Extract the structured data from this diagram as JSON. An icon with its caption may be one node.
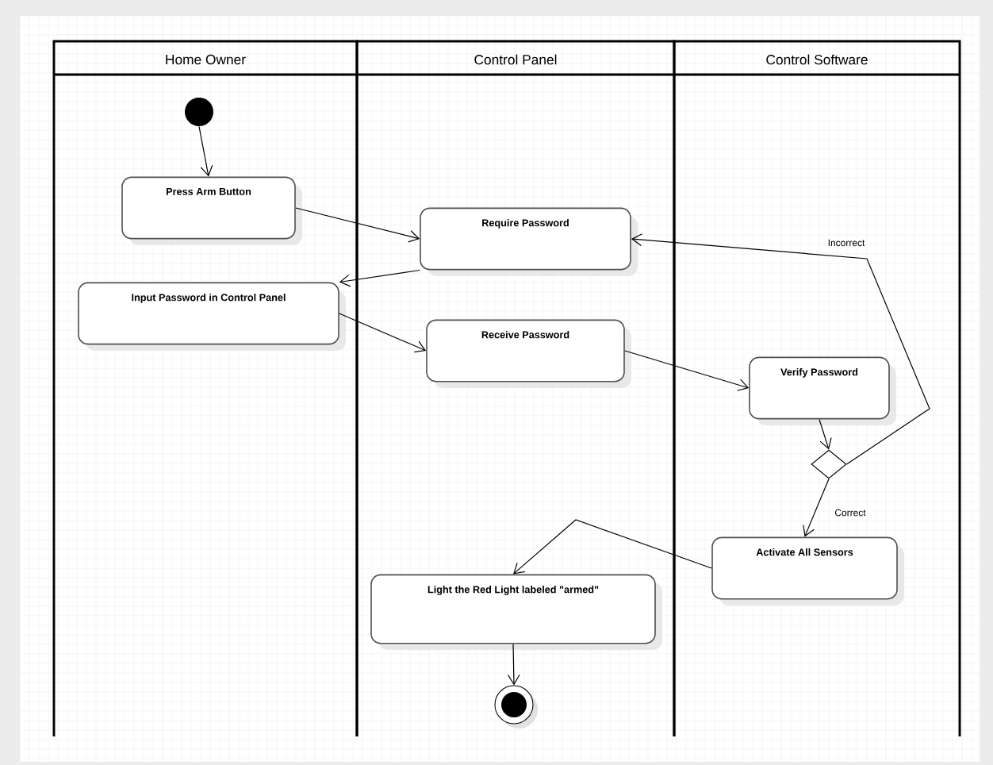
{
  "diagram": {
    "nodes": [
      {
        "text": [
          "Home Owner"
        ]
      },
      {
        "text": [
          "Control Panel"
        ]
      },
      {
        "text": [
          "Control Software"
        ]
      },
      {
        "text": [],
        "shape": "circle",
        "in": 0
      },
      {
        "text": [
          "Press Arm Button"
        ],
        "in": 0
      },
      {
        "text": [
          "Input Password in Control Panel"
        ],
        "in": 0
      },
      {
        "text": [
          "Require Password"
        ],
        "in": 1
      },
      {
        "text": [
          "Receive Password"
        ],
        "in": 1
      },
      {
        "text": [
          "Light the Red Light labeled \"armed\""
        ],
        "in": 1
      },
      {
        "text": [],
        "shape": "circle",
        "in": 1
      },
      {
        "text": [
          "Verify Password"
        ],
        "in": 2
      },
      {
        "text": [],
        "shape": "diamond",
        "in": 2
      },
      {
        "text": [
          "Activate All Sensors"
        ],
        "in": 2
      }
    ],
    "edges": [
      {
        "from": 3,
        "to": 4,
        "arrow": "to"
      },
      {
        "from": 4,
        "to": 6,
        "arrow": "to"
      },
      {
        "from": 6,
        "to": 5,
        "arrow": "to"
      },
      {
        "from": 5,
        "to": 7,
        "arrow": "to"
      },
      {
        "from": 7,
        "to": 10,
        "arrow": "to"
      },
      {
        "from": 10,
        "to": 11,
        "arrow": "to"
      },
      {
        "from": 11,
        "to": 6,
        "arrow": "to",
        "label": "Incorrect"
      },
      {
        "from": 11,
        "to": 12,
        "arrow": "to",
        "label": "Correct"
      },
      {
        "from": 12,
        "to": 8,
        "arrow": "to"
      },
      {
        "from": 8,
        "to": 9,
        "arrow": "to"
      }
    ]
  }
}
